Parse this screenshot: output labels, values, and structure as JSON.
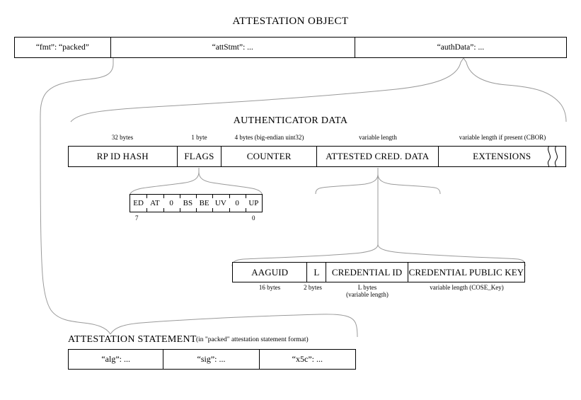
{
  "diagram": {
    "title": "ATTESTATION OBJECT"
  },
  "attestation_object": {
    "fields": [
      {
        "label": "“fmt”: “packed”"
      },
      {
        "label": "“attStmt”: ..."
      },
      {
        "label": "“authData”: ..."
      }
    ]
  },
  "authenticator_data": {
    "title": "AUTHENTICATOR DATA",
    "fields": [
      {
        "label": "RP ID HASH",
        "size": "32 bytes"
      },
      {
        "label": "FLAGS",
        "size": "1 byte"
      },
      {
        "label": "COUNTER",
        "size": "4 bytes (big-endian uint32)"
      },
      {
        "label": "ATTESTED CRED. DATA",
        "size": "variable length"
      },
      {
        "label": "EXTENSIONS",
        "size": "variable length if present (CBOR)"
      }
    ]
  },
  "flags": {
    "bits": [
      {
        "label": "ED"
      },
      {
        "label": "AT"
      },
      {
        "label": "0"
      },
      {
        "label": "BS"
      },
      {
        "label": "BE"
      },
      {
        "label": "UV"
      },
      {
        "label": "0"
      },
      {
        "label": "UP"
      }
    ],
    "msb_index": "7",
    "lsb_index": "0"
  },
  "attested_credential_data": {
    "fields": [
      {
        "label": "AAGUID",
        "size": "16 bytes"
      },
      {
        "label": "L",
        "size": "2 bytes"
      },
      {
        "label": "CREDENTIAL ID",
        "size": "L bytes\n(variable length)"
      },
      {
        "label": "CREDENTIAL PUBLIC KEY",
        "size": "variable length (COSE_Key)"
      }
    ]
  },
  "attestation_statement": {
    "title": "ATTESTATION STATEMENT",
    "note": "(in \"packed\" attestation statement format)",
    "fields": [
      {
        "label": "“alg”: ..."
      },
      {
        "label": "“sig”: ..."
      },
      {
        "label": "“x5c”: ..."
      }
    ]
  },
  "style": {
    "line_color": "#000000",
    "connector_color": "#9a9a9a",
    "background": "#ffffff"
  }
}
